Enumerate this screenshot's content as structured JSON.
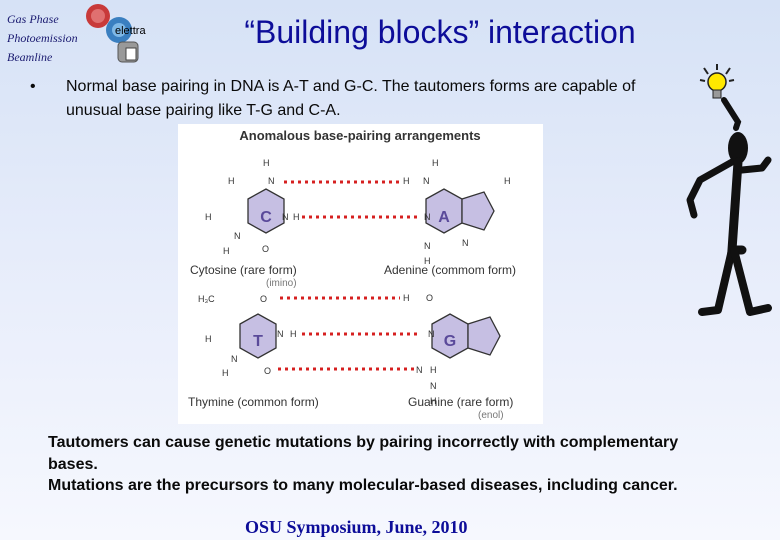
{
  "header": {
    "logo_line1": "Gas Phase",
    "logo_line2": "Photoemission",
    "logo_line3": "Beamline",
    "logo_mark_text": "elettra",
    "title": "“Building blocks” interaction"
  },
  "bullet": {
    "marker": "•",
    "text": "Normal base pairing in DNA is A-T and G-C. The tautomers forms are capable of unusual base pairing like T-G and C-A."
  },
  "figure": {
    "title": "Anomalous base-pairing arrangements",
    "pair1": {
      "left_base": "C",
      "right_base": "A",
      "left_name": "Cytosine (rare form)",
      "left_sub": "(imino)",
      "right_name": "Adenine (commom form)"
    },
    "pair2": {
      "left_base": "T",
      "right_base": "G",
      "left_name": "Thymine (common form)",
      "right_name": "Guanine (rare form)",
      "right_sub": "(enol)"
    },
    "atoms": {
      "H": "H",
      "N": "N",
      "O": "O",
      "H3C": "H₃C"
    },
    "colors": {
      "ring_fill": "#c6bfe3",
      "ring_stroke": "#8a80c4",
      "hbond": "#d62020",
      "label": "#5a4a9a"
    }
  },
  "bottom_text": {
    "line1": "Tautomers can cause genetic mutations by pairing incorrectly with complementary bases.",
    "line2": "Mutations are the precursors to many molecular-based diseases, including cancer."
  },
  "footer": "OSU Symposium, June, 2010",
  "decor": {
    "stickman": "stick-figure-with-lightbulb-icon",
    "bulb_color": "#ffe800"
  }
}
